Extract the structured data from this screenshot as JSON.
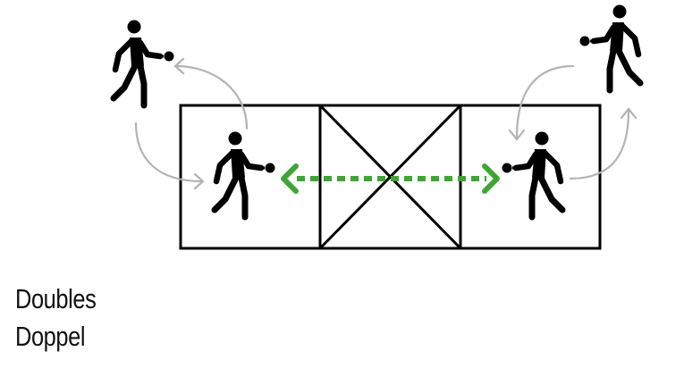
{
  "labels": {
    "english": "Doubles",
    "german": "Doppel"
  },
  "colors": {
    "outline": "#000000",
    "figure": "#000000",
    "rotation_arrow": "#b3b3b3",
    "ball_path": "#3fa535"
  },
  "icons": {
    "player": "table-tennis-player-icon",
    "table": "table-tennis-table",
    "ball_path": "dashed-double-arrow",
    "rotation": "curved-arrow"
  }
}
